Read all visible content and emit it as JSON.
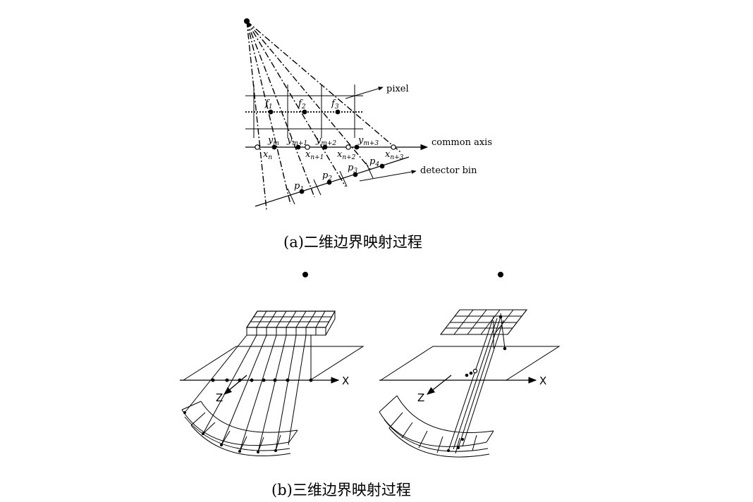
{
  "figure_a": {
    "labels": {
      "pixel": "pixel",
      "common_axis": "common axis",
      "detector_bin": "detector bin"
    },
    "pixel_labels": [
      {
        "base": "f",
        "sub": "1"
      },
      {
        "base": "f",
        "sub": "2"
      },
      {
        "base": "f",
        "sub": "3"
      }
    ],
    "y_labels": [
      {
        "base": "y",
        "sub": "m"
      },
      {
        "base": "y",
        "sub": "m+1"
      },
      {
        "base": "y",
        "sub": "m+2"
      },
      {
        "base": "y",
        "sub": "m+3"
      }
    ],
    "x_labels": [
      {
        "base": "x",
        "sub": "n"
      },
      {
        "base": "x",
        "sub": "n+1"
      },
      {
        "base": "x",
        "sub": "n+2"
      },
      {
        "base": "x",
        "sub": "n+3"
      }
    ],
    "p_labels": [
      {
        "base": "p",
        "sub": "1"
      },
      {
        "base": "p",
        "sub": "2"
      },
      {
        "base": "p",
        "sub": "3"
      },
      {
        "base": "p",
        "sub": "4"
      }
    ],
    "caption": "(a)二维边界映射过程"
  },
  "figure_b": {
    "axis_x": "X",
    "axis_z": "Z",
    "caption": "(b)三维边界映射过程"
  }
}
